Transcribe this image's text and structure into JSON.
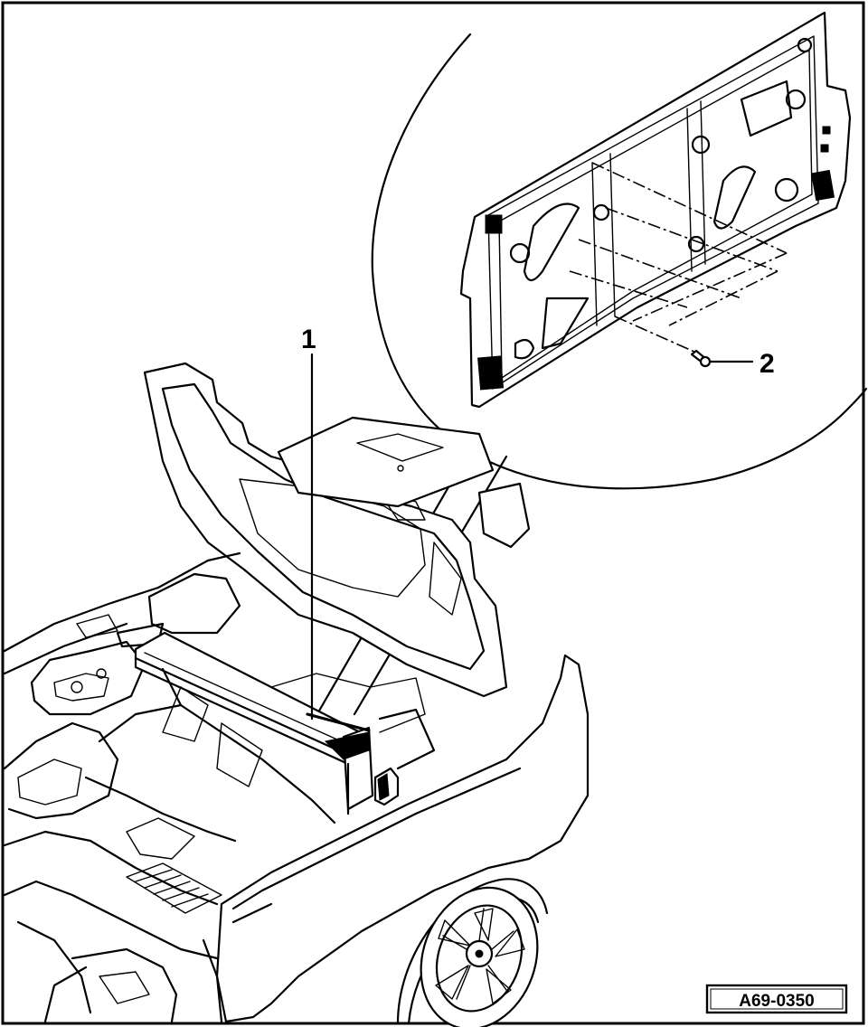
{
  "callouts": {
    "one": "1",
    "two": "2"
  },
  "reference_code": "A69-0350"
}
